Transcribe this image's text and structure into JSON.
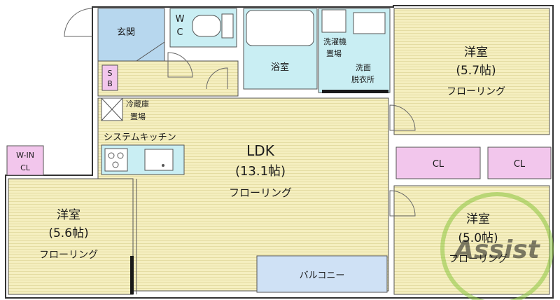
{
  "rooms": {
    "genkan": "玄関",
    "wc_line1": "W",
    "wc_line2": "C",
    "bath": "浴室",
    "washer_line1": "洗濯機",
    "washer_line2": "置場",
    "dressing_line1": "洗面",
    "dressing_line2": "脱衣所",
    "sb_line1": "S",
    "sb_line2": "B",
    "fridge_line1": "冷蔵庫",
    "fridge_line2": "置場",
    "kitchen": "システムキッチン",
    "ldk_name": "LDK",
    "ldk_size": "(13.1帖)",
    "ldk_floor": "フローリング",
    "bed_ne_name": "洋室",
    "bed_ne_size": "(5.7帖)",
    "bed_ne_floor": "フローリング",
    "bed_sw_name": "洋室",
    "bed_sw_size": "(5.6帖)",
    "bed_sw_floor": "フローリング",
    "bed_se_name": "洋室",
    "bed_se_size": "(5.0帖)",
    "bed_se_floor": "フローリング",
    "wic_line1": "W-IN",
    "wic_line2": "CL",
    "cl_left": "CL",
    "cl_right": "CL",
    "balcony": "バルコニー"
  },
  "watermark": "Assist",
  "colors": {
    "wood_floor": "#f5efc0",
    "entrance": "#b7d7ee",
    "wet_area": "#c9eef3",
    "closet": "#f2c6ec",
    "balcony": "#cfe1f5",
    "watermark": "#8cc63f"
  }
}
